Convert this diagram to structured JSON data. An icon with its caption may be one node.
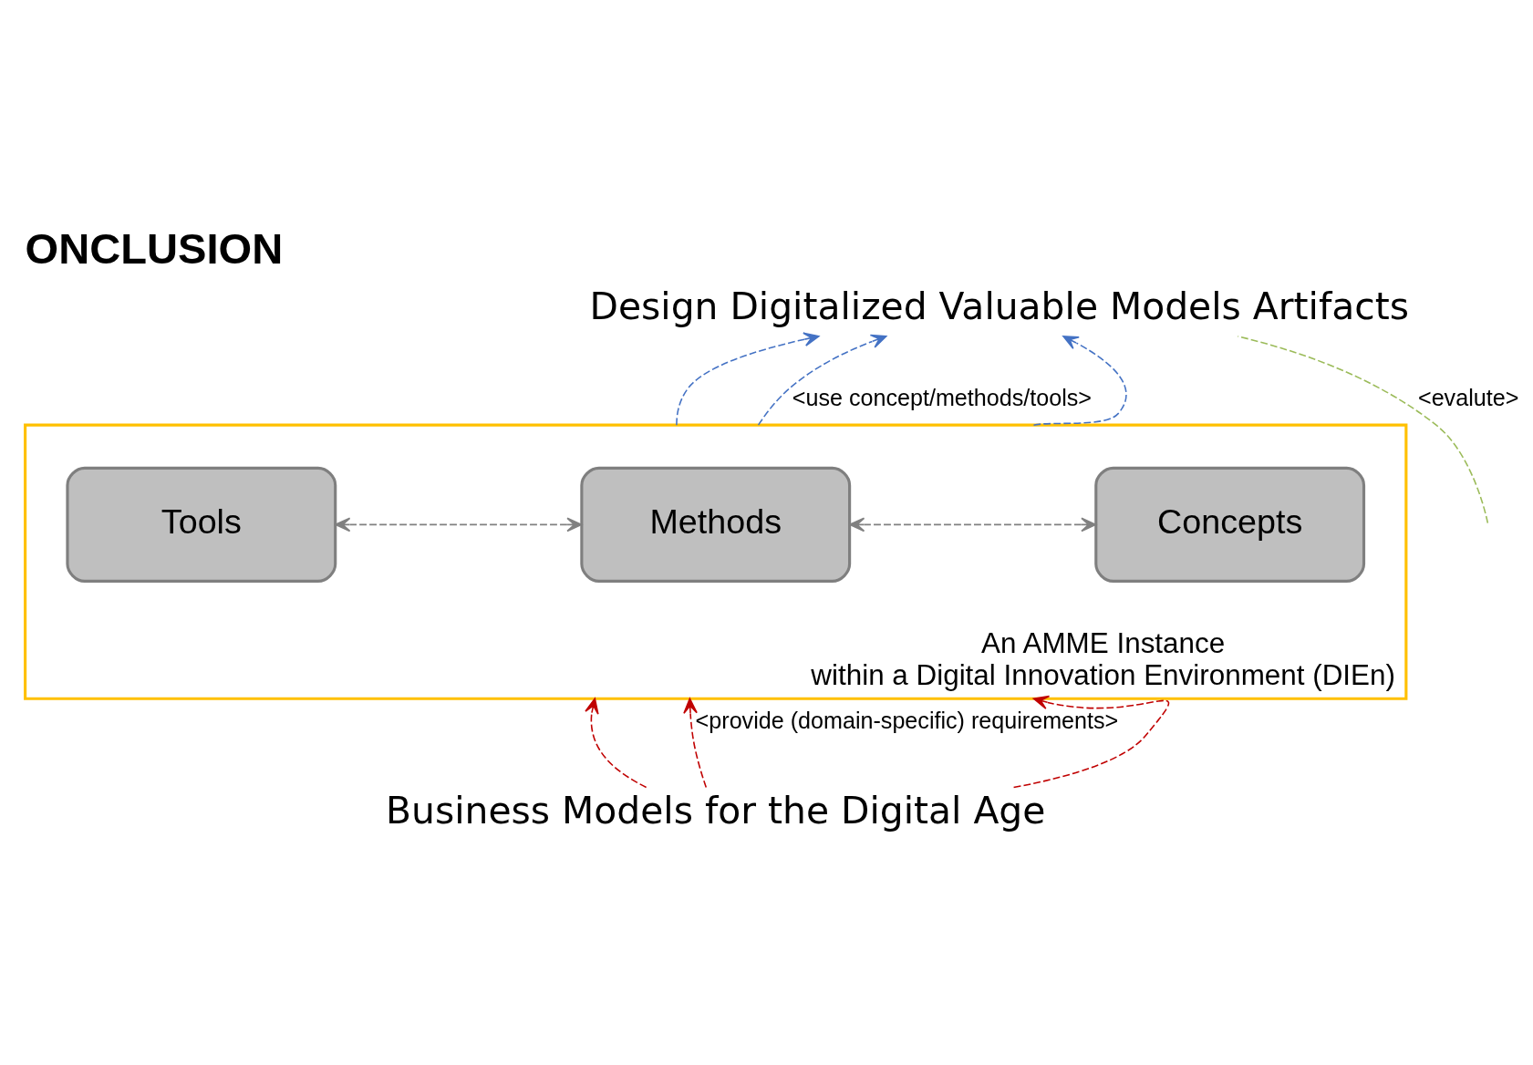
{
  "diagram": {
    "title": "ONCLUSION",
    "nodes": [
      {
        "text": [
          "Design Digitalized Valuable Models Artifacts"
        ]
      },
      {
        "text": [
          "An AMME Instance",
          "within a Digital Innovation Environment (DIEn)"
        ]
      },
      {
        "text": [
          "Concepts"
        ],
        "in": 1
      },
      {
        "text": [
          "Methods"
        ],
        "in": 1
      },
      {
        "text": [
          "Tools"
        ],
        "in": 1
      },
      {
        "text": [
          "Business Models for the Digital Age"
        ]
      }
    ],
    "edges": [
      {
        "from": 1,
        "to": 0,
        "arrow": "to",
        "style": "dashed",
        "color": "#4472c4"
      },
      {
        "from": 1,
        "to": 0,
        "arrow": "to",
        "label": "<use concept/methods/tools>",
        "style": "dashed",
        "color": "#4472c4"
      },
      {
        "from": 1,
        "to": 0,
        "arrow": "to",
        "style": "dashed",
        "color": "#4472c4"
      },
      {
        "from": 2,
        "to": 3,
        "arrow": "both",
        "style": "dashed",
        "color": "#808080"
      },
      {
        "from": 3,
        "to": 4,
        "arrow": "both",
        "style": "dashed",
        "color": "#808080"
      },
      {
        "from": 5,
        "to": 1,
        "arrow": "to",
        "style": "dashed",
        "color": "#c00000"
      },
      {
        "from": 5,
        "to": 1,
        "arrow": "to",
        "label": "<provide (domain-specific) requirements>",
        "style": "dashed",
        "color": "#c00000"
      },
      {
        "from": 5,
        "to": 1,
        "arrow": "to",
        "style": "dashed",
        "color": "#c00000"
      },
      {
        "from": null,
        "to": 0,
        "arrow": "none",
        "label": "<evalute>",
        "style": "dashed",
        "color": "#9bbb59"
      }
    ]
  }
}
